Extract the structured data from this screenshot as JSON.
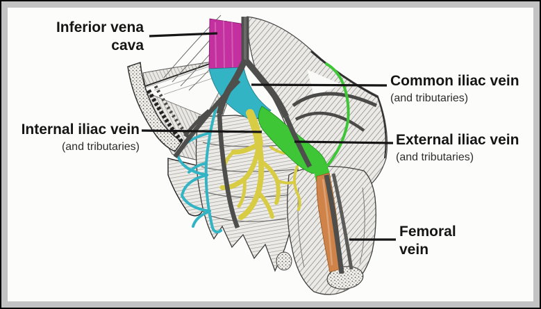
{
  "window": {
    "outer_border_color": "#000000",
    "frame_color": "#c3c3c3",
    "canvas_color": "#fcfcfb"
  },
  "figure": {
    "kind": "anatomical engraving of pelvis with color-highlighted veins",
    "pointer_line_color": "#151515",
    "veins": [
      {
        "id": "inferior-vena-cava",
        "label_line1": "Inferior vena",
        "label_line2": "cava",
        "sublabel": "",
        "color": "#c4309f"
      },
      {
        "id": "common-iliac-vein",
        "label": "Common iliac vein",
        "sublabel": "(and tributaries)",
        "color": "#33b4c5"
      },
      {
        "id": "internal-iliac-vein",
        "label": "Internal iliac vein",
        "sublabel": "(and tributaries)",
        "color": "#d9cc45"
      },
      {
        "id": "external-iliac-vein",
        "label": "External iliac vein",
        "sublabel": "(and tributaries)",
        "color": "#3ec637"
      },
      {
        "id": "femoral-vein",
        "label_line1": "Femoral",
        "label_line2": "vein",
        "sublabel": "",
        "color": "#d08348"
      }
    ]
  }
}
